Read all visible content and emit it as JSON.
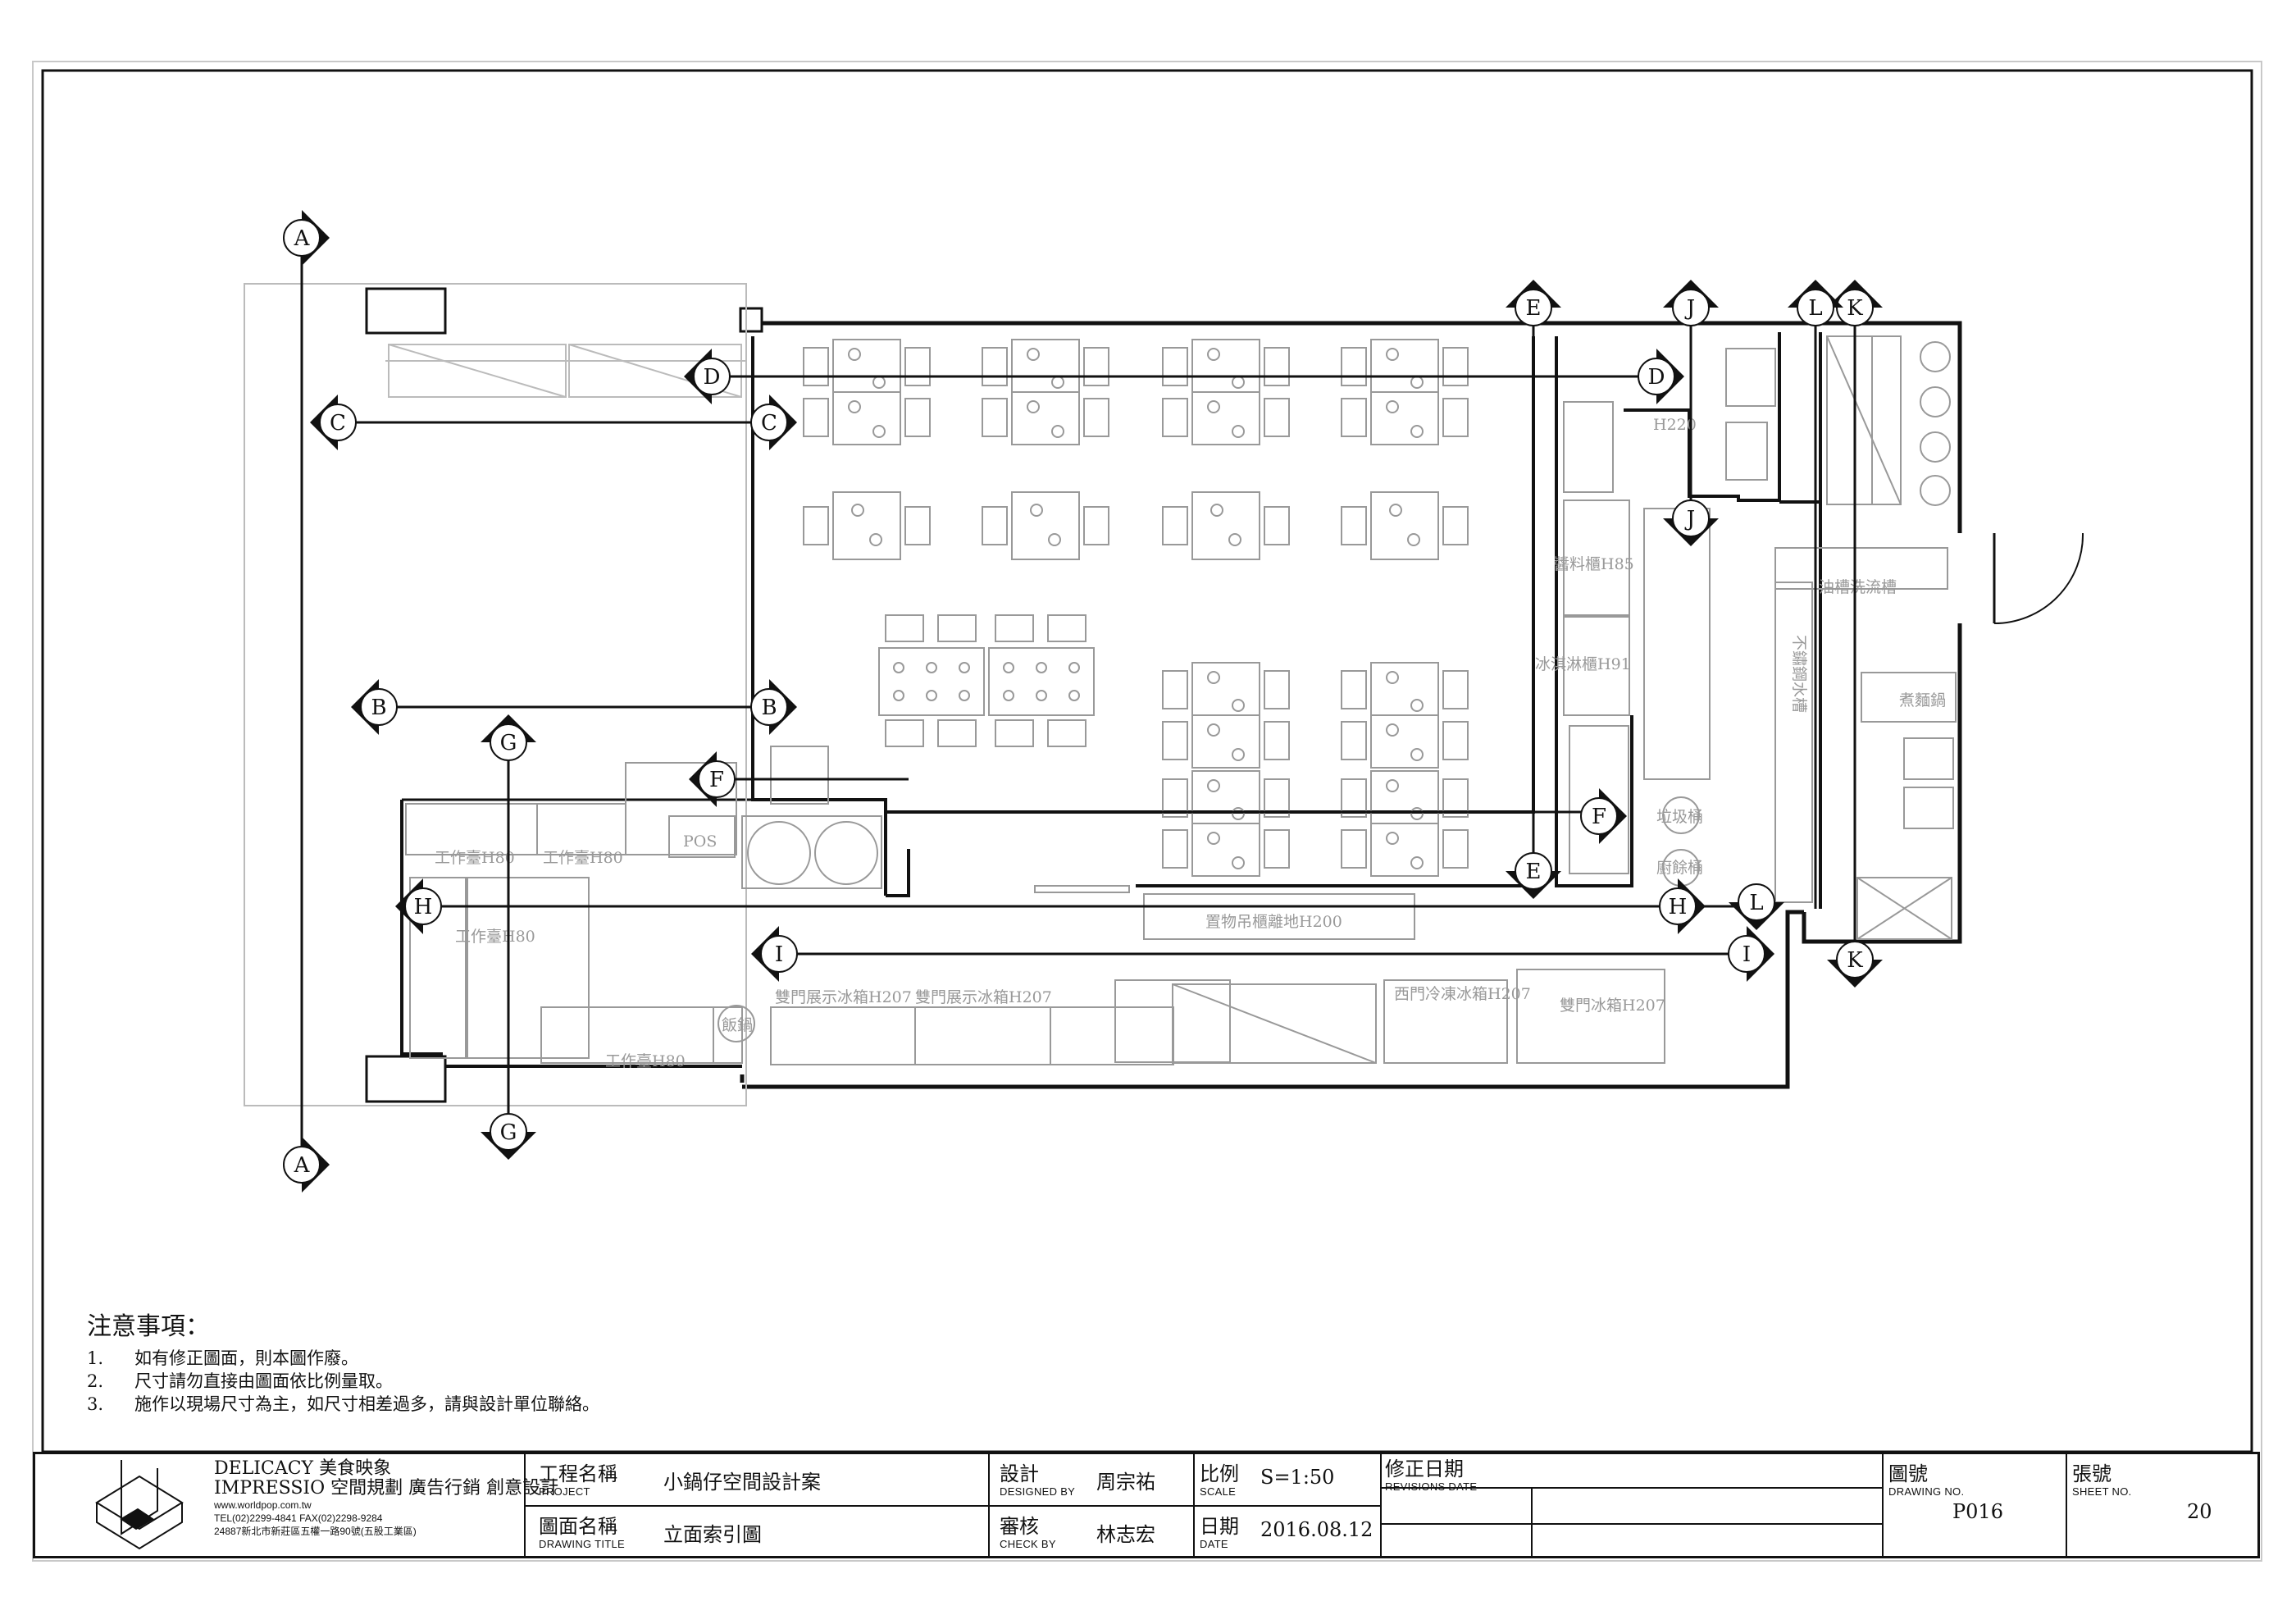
{
  "plan": {
    "section_markers": [
      "A",
      "A",
      "B",
      "B",
      "C",
      "C",
      "D",
      "D",
      "E",
      "E",
      "F",
      "F",
      "G",
      "G",
      "H",
      "H",
      "I",
      "I",
      "J",
      "J",
      "K",
      "K",
      "L",
      "L"
    ],
    "room_labels": {
      "workbench_1": "工作臺H80",
      "workbench_2": "工作臺H80",
      "workbench_3": "工作臺H80",
      "workbench_4": "工作臺H80",
      "pos": "POS",
      "rack": "置物吊櫃離地H200",
      "fridge_1": "雙門展示冰箱H207",
      "fridge_2": "雙門展示冰箱H207",
      "fridge_3": "西門冷凍冰箱H207",
      "fridge_4": "雙門冰箱H207",
      "rice_cooker": "飯鍋",
      "sauce_cabinet": "醬料櫃H85",
      "icecream_cabinet": "冰淇淋櫃H91",
      "trash_1": "垃圾桶",
      "trash_2": "廚餘桶",
      "restroom": "H220",
      "grease_sink": "油槽洗流槽",
      "steel_sink": "不鏽鋼水槽",
      "noodle_cooker": "煮麵鍋"
    }
  },
  "notes": {
    "title": "注意事項：",
    "items": [
      {
        "n": "1.",
        "text": "如有修正圖面，則本圖作廢。"
      },
      {
        "n": "2.",
        "text": "尺寸請勿直接由圖面依比例量取。"
      },
      {
        "n": "3.",
        "text": "施作以現場尺寸為主，如尺寸相差過多，請與設計單位聯絡。"
      }
    ]
  },
  "title_block": {
    "company": {
      "name_line": "DELICACY 美食映象",
      "sub_line": "IMPRESSIO 空間規劃 廣告行銷 創意設計",
      "web": "www.worldpop.com.tw",
      "tel": "TEL(02)2299-4841  FAX(02)2298-9284",
      "address": "24887新北市新莊區五權一路90號(五股工業區)"
    },
    "project_label": "工程名稱",
    "project_label_en": "PROJECT",
    "project_value": "小鍋仔空間設計案",
    "drawing_title_label": "圖面名稱",
    "drawing_title_label_en": "DRAWING TITLE",
    "drawing_title_value": "立面索引圖",
    "designed_label": "設計",
    "designed_label_en": "DESIGNED BY",
    "designed_value": "周宗祐",
    "check_label": "審核",
    "check_label_en": "CHECK BY",
    "check_value": "林志宏",
    "scale_label": "比例",
    "scale_label_en": "SCALE",
    "scale_value": "S=1:50",
    "date_label": "日期",
    "date_label_en": "DATE",
    "date_value": "2016.08.12",
    "revisions_label": "修正日期",
    "revisions_label_en": "REVISIONS DATE",
    "drawing_no_label": "圖號",
    "drawing_no_label_en": "DRAWING NO.",
    "drawing_no_value": "P016",
    "sheet_no_label": "張號",
    "sheet_no_label_en": "SHEET NO.",
    "sheet_no_value": "20"
  }
}
